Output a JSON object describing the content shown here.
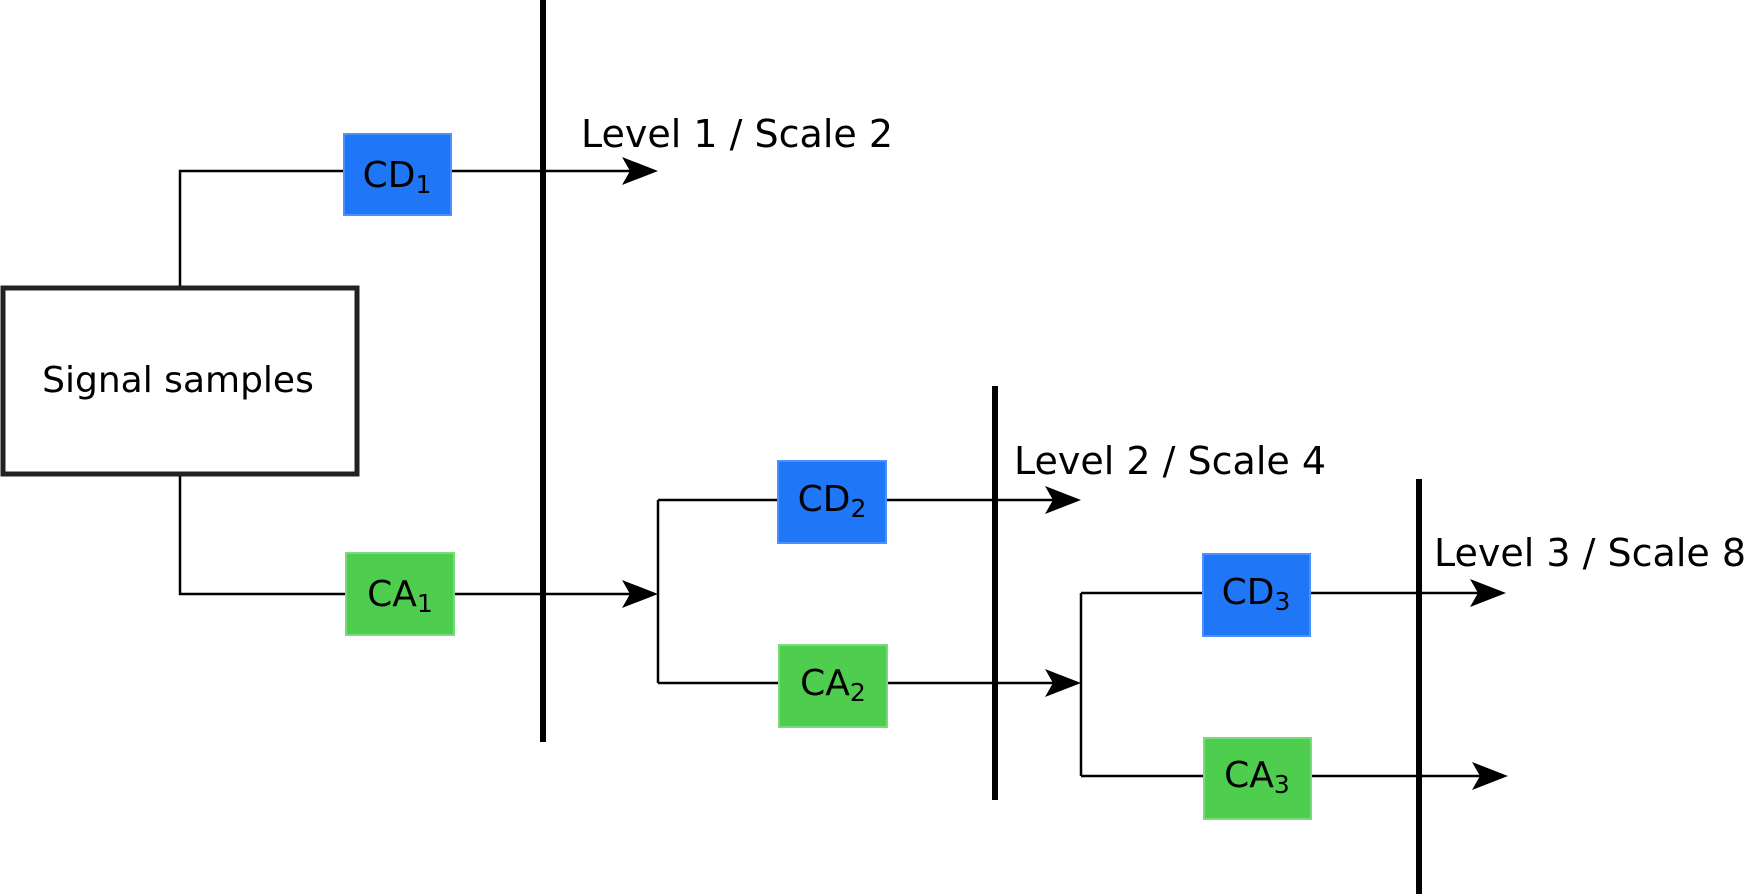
{
  "diagram": {
    "source": {
      "label": "Signal samples"
    },
    "levels": [
      {
        "label": "Level 1 / Scale 2"
      },
      {
        "label": "Level 2 / Scale 4"
      },
      {
        "label": "Level 3 / Scale 8"
      }
    ],
    "nodes": {
      "cd1": {
        "base": "CD",
        "sub": "1"
      },
      "ca1": {
        "base": "CA",
        "sub": "1"
      },
      "cd2": {
        "base": "CD",
        "sub": "2"
      },
      "ca2": {
        "base": "CA",
        "sub": "2"
      },
      "cd3": {
        "base": "CD",
        "sub": "3"
      },
      "ca3": {
        "base": "CA",
        "sub": "3"
      }
    },
    "colors": {
      "detail": "#1f77f7",
      "detail_border": "#4a90ff",
      "approx": "#4fcd4f",
      "approx_border": "#77dd77",
      "source_border": "#222222"
    }
  }
}
